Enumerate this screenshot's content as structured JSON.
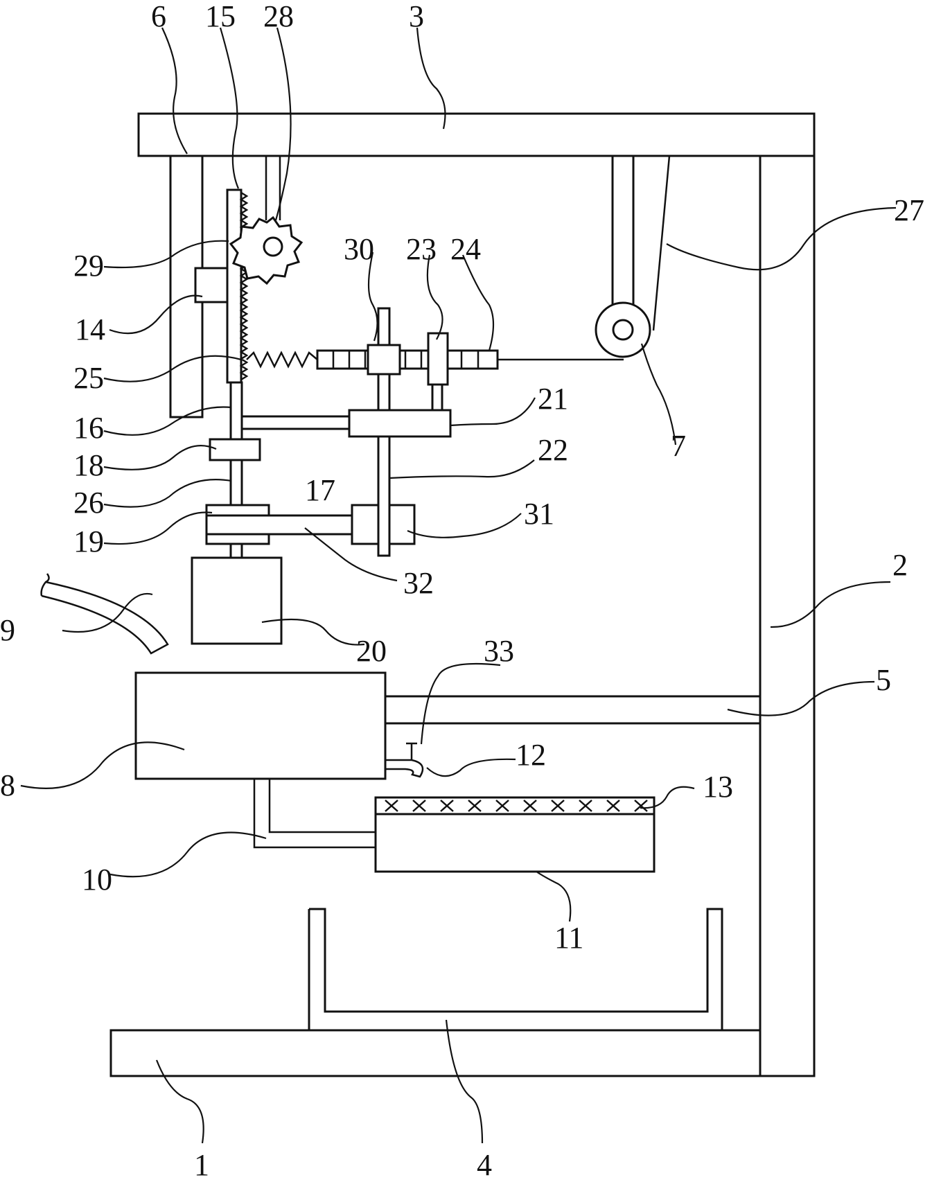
{
  "figure": {
    "labels": [
      "1",
      "2",
      "3",
      "4",
      "5",
      "6",
      "7",
      "8",
      "9",
      "10",
      "11",
      "12",
      "13",
      "14",
      "15",
      "16",
      "17",
      "18",
      "19",
      "20",
      "21",
      "22",
      "23",
      "24",
      "25",
      "26",
      "27",
      "28",
      "29",
      "30",
      "31",
      "32",
      "33"
    ]
  }
}
